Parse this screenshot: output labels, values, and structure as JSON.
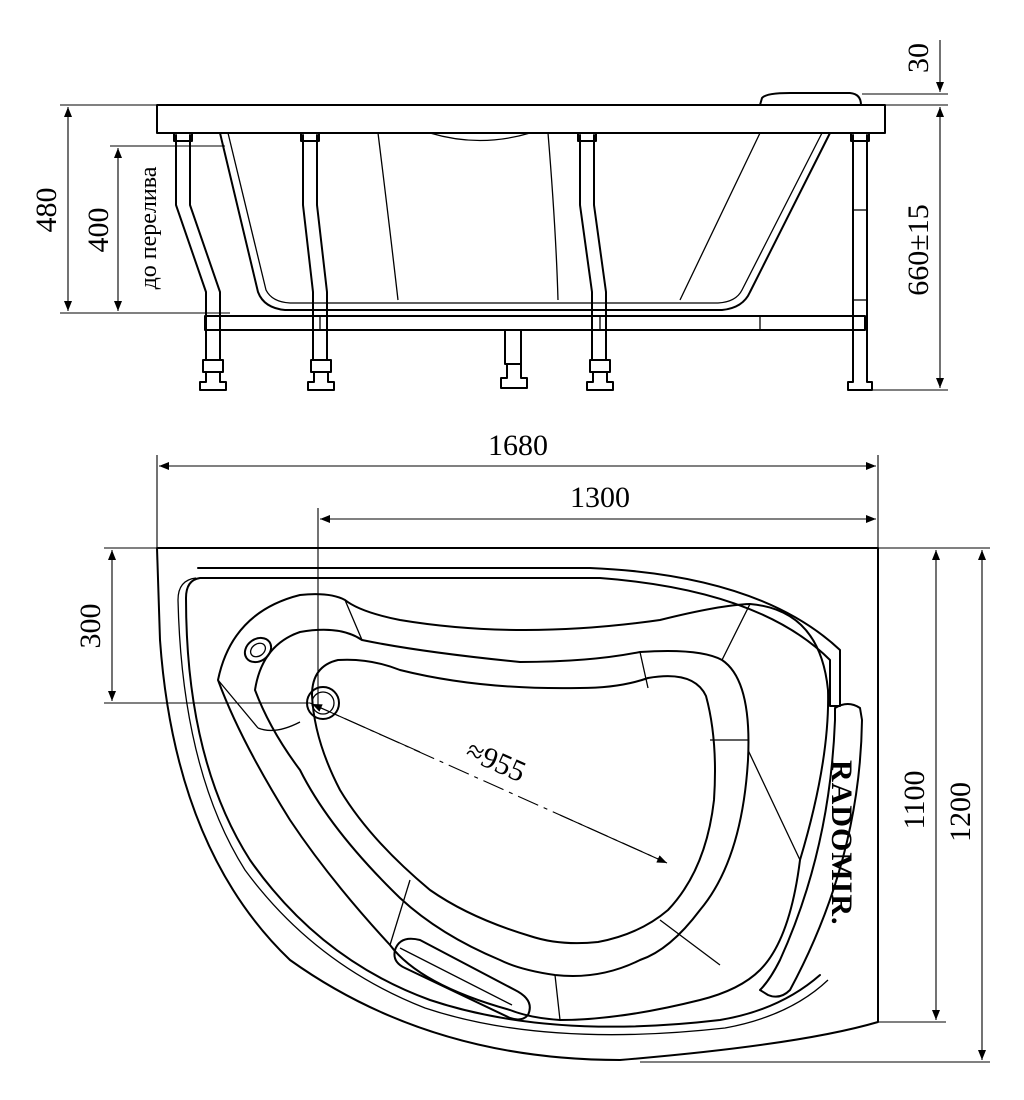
{
  "side_view": {
    "dim_height_total": "480",
    "dim_height_overflow": "400",
    "overflow_label": "до перелива",
    "dim_rim_thickness": "30",
    "dim_height_frame": "660±15"
  },
  "top_view": {
    "dim_width_total": "1680",
    "dim_width_inner": "1300",
    "dim_drain_offset": "300",
    "dim_depth_inner": "1100",
    "dim_depth_total": "1200",
    "dim_diagonal": "≈955",
    "brand": "RADOMIR."
  }
}
